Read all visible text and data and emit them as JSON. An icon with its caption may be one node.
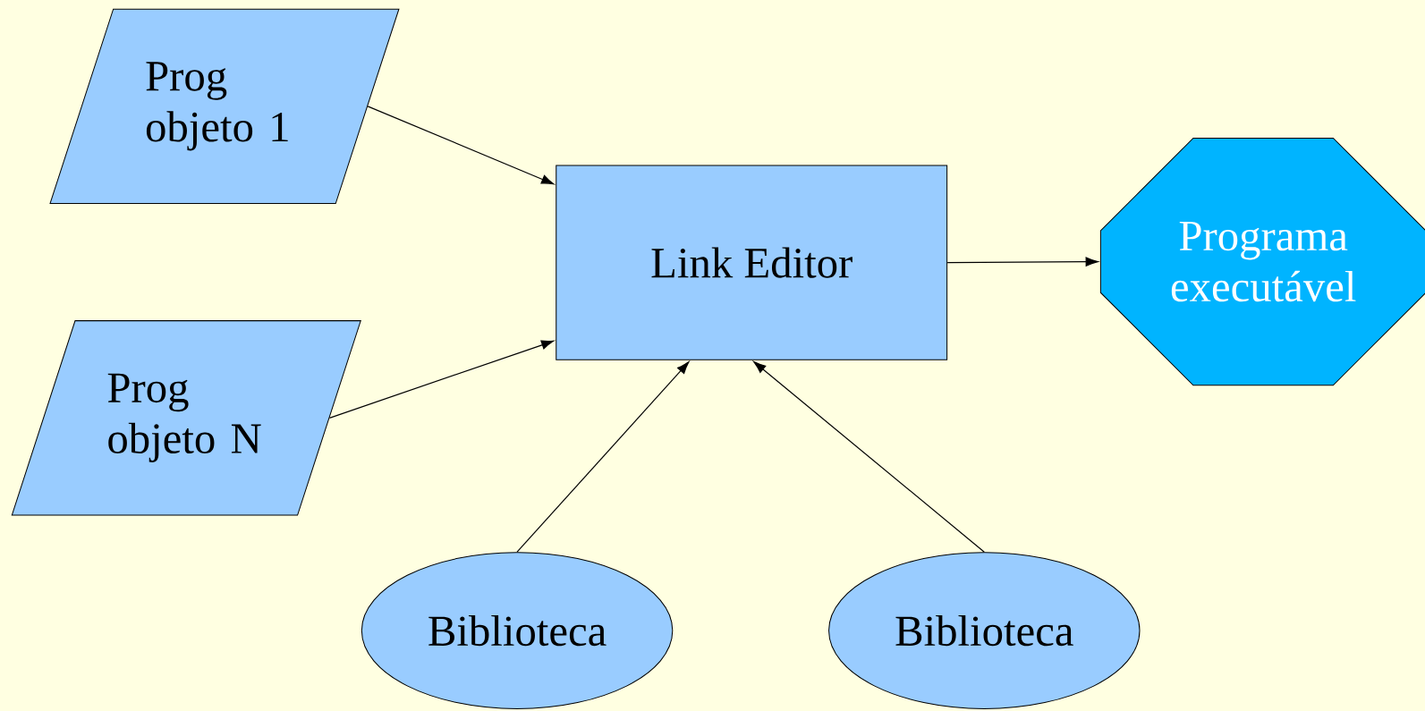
{
  "diagram": {
    "nodes": [
      {
        "text": [
          "Prog objeto 1"
        ]
      },
      {
        "text": [
          "Prog objeto N"
        ]
      },
      {
        "text": [
          "Link Editor"
        ]
      },
      {
        "text": [
          "Programa executável"
        ]
      },
      {
        "text": [
          "Biblioteca"
        ]
      },
      {
        "text": [
          "Biblioteca"
        ]
      }
    ],
    "edges": [
      {
        "from": 0,
        "to": 2,
        "arrow": "to"
      },
      {
        "from": 1,
        "to": 2,
        "arrow": "to"
      },
      {
        "from": 2,
        "to": 3,
        "arrow": "to"
      },
      {
        "from": 4,
        "to": 2,
        "arrow": "to"
      },
      {
        "from": 5,
        "to": 2,
        "arrow": "to"
      }
    ]
  }
}
